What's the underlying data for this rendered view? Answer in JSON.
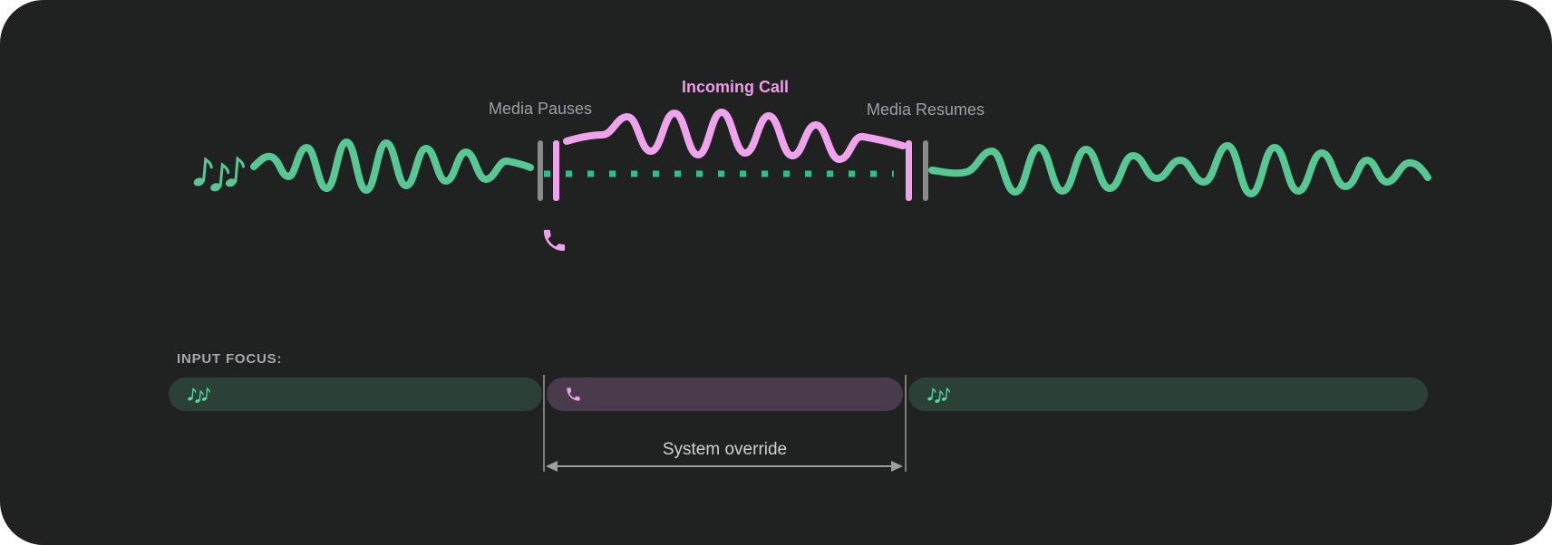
{
  "timeline": {
    "media_pauses_label": "Media Pauses",
    "incoming_call_label": "Incoming Call",
    "media_resumes_label": "Media Resumes",
    "icons": {
      "before": "music-notes-icon",
      "call": "phone-icon"
    }
  },
  "input_focus": {
    "label": "INPUT FOCUS:",
    "system_override_label": "System override",
    "segments": [
      {
        "name": "media-before",
        "icon": "music-notes-icon"
      },
      {
        "name": "incoming-call",
        "icon": "phone-icon"
      },
      {
        "name": "media-after",
        "icon": "music-notes-icon"
      }
    ]
  },
  "colors": {
    "page_bg": "#ffffff",
    "card_bg": "#202121",
    "media_green": "#57c793",
    "dotted_green": "#31bd89",
    "call_pink": "#f0a3ed",
    "call_pink_text": "#ee9ce9",
    "barrier_gray": "#8b8b8b",
    "bar_green_fill": "#2b4137",
    "bar_purple_fill": "#493a4c",
    "icon_mint": "#5ed0a0",
    "label_gray": "#9aa0a6",
    "input_focus_gray": "#a6a8aa",
    "override_gray": "#d0d0d0",
    "guide_gray": "#7d7d7d",
    "arrow_gray": "#9e9e9e"
  }
}
